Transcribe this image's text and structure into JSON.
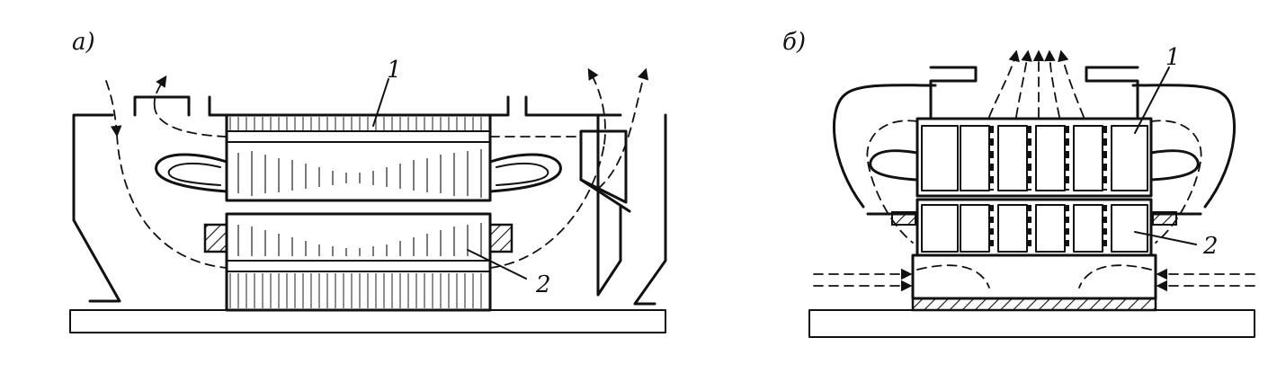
{
  "diagram": {
    "panels": [
      {
        "key": "a",
        "label": "а)"
      },
      {
        "key": "b",
        "label": "б)"
      }
    ],
    "callouts": {
      "a_stator": "1",
      "a_rotor": "2",
      "b_stator": "1",
      "b_rotor": "2"
    },
    "colors": {
      "ink": "#111111",
      "paper": "#ffffff"
    }
  }
}
